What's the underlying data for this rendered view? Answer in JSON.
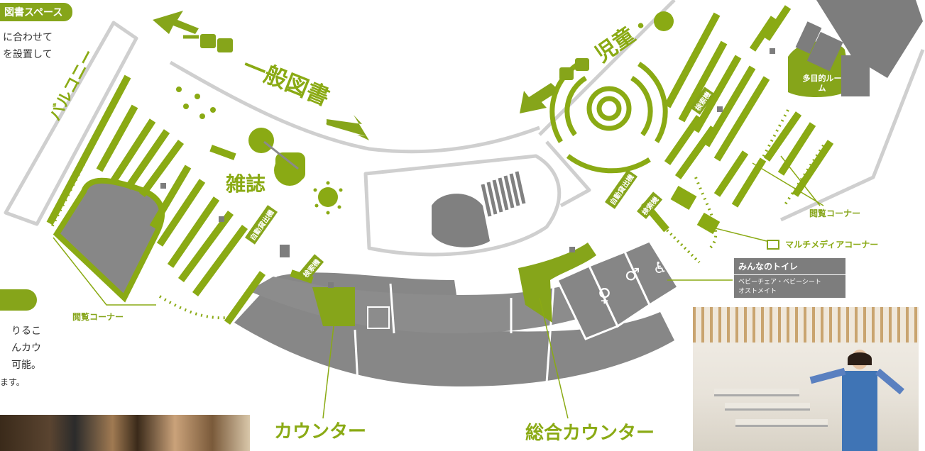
{
  "colors": {
    "green": "#86a51a",
    "gray": "#8a8a8a",
    "dark_gray": "#7a7a7a",
    "light_gray": "#d9d9d9"
  },
  "top_left_section": {
    "heading": "図書スペース",
    "text_line1": "に合わせて",
    "text_line2": "を設置して"
  },
  "middle_left_section": {
    "text_line1": "りるこ",
    "text_line2": "んカウ",
    "text_line3": "可能。",
    "text_line4": "ます。"
  },
  "map": {
    "balcony": "バルコニー",
    "general_books": "一般図書",
    "children_books": "児童・",
    "magazines": "雑誌",
    "reading_corner_left": "閲覧コーナー",
    "reading_corner_right": "閲覧コーナー",
    "auto_lending_left": "自動貸出機",
    "auto_lending_right": "自動貸出機",
    "search_left": "検索機",
    "search_right": "検索機",
    "search_children": "検索機",
    "multipurpose_room": "多目的ルーム",
    "multimedia_corner": "マルチメディアコーナー",
    "counter": "カウンター",
    "general_counter": "総合カウンター",
    "toilet_box": {
      "title": "みんなのトイレ",
      "line1": "ベビーチェア・ベビーシート",
      "line2": "オストメイト"
    }
  }
}
